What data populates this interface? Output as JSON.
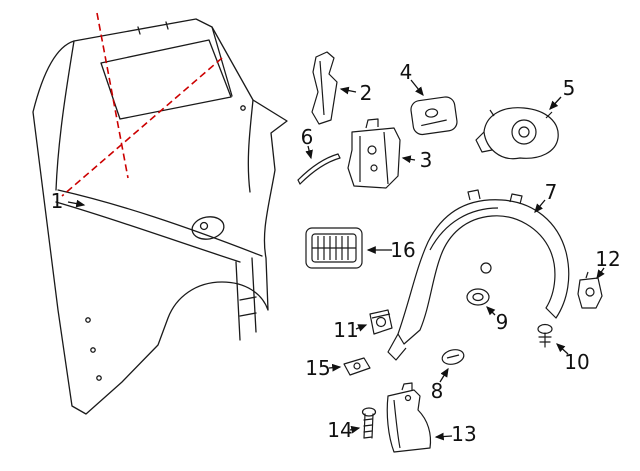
{
  "diagram": {
    "title": "quarter-panel-and-components-parts-diagram",
    "colors": {
      "background": "#ffffff",
      "line": "#1a1a1a",
      "highlight_dashed": "#cc0000",
      "label_text": "#111111"
    },
    "callouts": [
      {
        "label": "1"
      },
      {
        "label": "2"
      },
      {
        "label": "3"
      },
      {
        "label": "4"
      },
      {
        "label": "5"
      },
      {
        "label": "6"
      },
      {
        "label": "7"
      },
      {
        "label": "8"
      },
      {
        "label": "9"
      },
      {
        "label": "10"
      },
      {
        "label": "11"
      },
      {
        "label": "12"
      },
      {
        "label": "13"
      },
      {
        "label": "14"
      },
      {
        "label": "15"
      },
      {
        "label": "16"
      }
    ]
  }
}
